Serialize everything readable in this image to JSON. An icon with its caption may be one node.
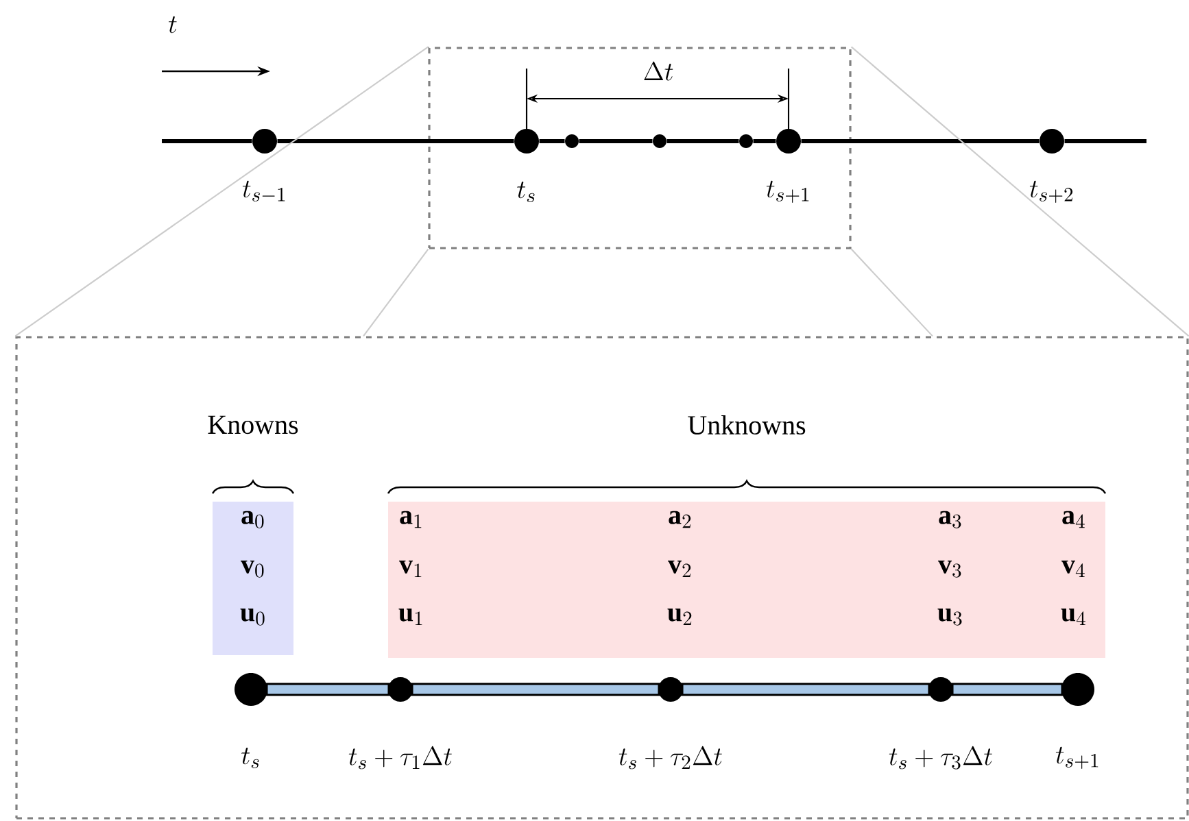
{
  "diagram": {
    "nodes": [
      {
        "text": [],
        "shape": "box"
      },
      {
        "text": [],
        "shape": "circle",
        "beside": [
          "t_{s-1}"
        ]
      },
      {
        "text": [],
        "shape": "circle",
        "beside": [
          "t_s"
        ],
        "in": 0
      },
      {
        "text": [],
        "shape": "circle",
        "in": 0
      },
      {
        "text": [],
        "shape": "circle",
        "in": 0
      },
      {
        "text": [],
        "shape": "circle",
        "in": 0
      },
      {
        "text": [],
        "shape": "circle",
        "beside": [
          "t_{s+1}"
        ],
        "in": 0
      },
      {
        "text": [],
        "shape": "circle",
        "beside": [
          "t_{s+2}"
        ]
      },
      {
        "text": [],
        "shape": "box"
      },
      {
        "text": [
          "Knowns",
          "\\mathbf{a}_0",
          "\\mathbf{v}_0",
          "\\mathbf{u}_0"
        ],
        "in": 8
      },
      {
        "text": [
          "Unknowns",
          "\\mathbf{a}_1",
          "\\mathbf{a}_2",
          "\\mathbf{a}_3",
          "\\mathbf{a}_4",
          "\\mathbf{v}_1",
          "\\mathbf{v}_2",
          "\\mathbf{v}_3",
          "\\mathbf{v}_4",
          "\\mathbf{u}_1",
          "\\mathbf{u}_2",
          "\\mathbf{u}_3",
          "\\mathbf{u}_4"
        ],
        "in": 8
      },
      {
        "text": [],
        "shape": "circle",
        "beside": [
          "t_s"
        ],
        "in": 8
      },
      {
        "text": [],
        "shape": "circle",
        "beside": [
          "t_s + \\tau_1 \\Delta t"
        ],
        "in": 8
      },
      {
        "text": [],
        "shape": "circle",
        "beside": [
          "t_s + \\tau_2 \\Delta t"
        ],
        "in": 8
      },
      {
        "text": [],
        "shape": "circle",
        "beside": [
          "t_s + \\tau_3 \\Delta t"
        ],
        "in": 8
      },
      {
        "text": [],
        "shape": "circle",
        "beside": [
          "t_{s+1}"
        ],
        "in": 8
      }
    ],
    "edges": [
      {
        "from": 1,
        "to": 2,
        "arrow": "none"
      },
      {
        "from": 2,
        "to": 3,
        "arrow": "none"
      },
      {
        "from": 3,
        "to": 4,
        "arrow": "none"
      },
      {
        "from": 4,
        "to": 5,
        "arrow": "none"
      },
      {
        "from": 5,
        "to": 6,
        "arrow": "none"
      },
      {
        "from": 6,
        "to": 7,
        "arrow": "none"
      },
      {
        "from": 0,
        "to": 8,
        "arrow": "none",
        "color": "#cccccc"
      },
      {
        "from": 0,
        "to": 8,
        "arrow": "none",
        "color": "#cccccc"
      },
      {
        "from": 0,
        "to": 8,
        "arrow": "none",
        "color": "#cccccc"
      },
      {
        "from": 0,
        "to": 8,
        "arrow": "none",
        "color": "#cccccc"
      },
      {
        "from": 11,
        "to": 12,
        "arrow": "none",
        "style": "thick",
        "color": "#a7c7e7"
      },
      {
        "from": 12,
        "to": 13,
        "arrow": "none",
        "style": "thick",
        "color": "#a7c7e7"
      },
      {
        "from": 13,
        "to": 14,
        "arrow": "none",
        "style": "thick",
        "color": "#a7c7e7"
      },
      {
        "from": 14,
        "to": 15,
        "arrow": "none",
        "style": "thick",
        "color": "#a7c7e7"
      }
    ],
    "labels": [
      "t",
      "\\Delta t"
    ]
  }
}
